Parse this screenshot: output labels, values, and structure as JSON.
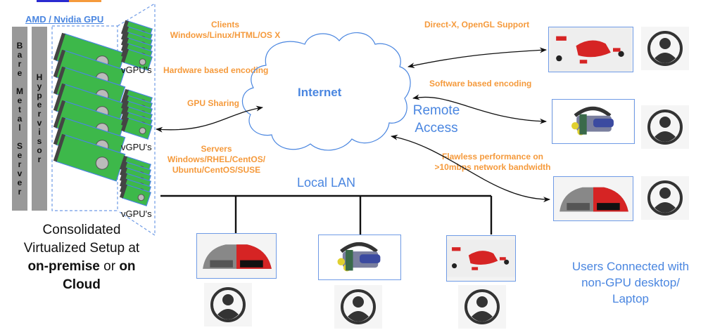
{
  "header_bar": {
    "colors": [
      "#2a2ad0",
      "#f59a3c"
    ]
  },
  "server_stack": {
    "gpu_title": "AMD / Nvidia GPU",
    "bare_metal_label": "Bare Metal Server",
    "hypervisor_label": "Hypervisor",
    "vgpu_labels": [
      "vGPU's",
      "vGPU's",
      "vGPU's"
    ],
    "caption_line1": "Consolidated",
    "caption_line2": "Virtualized Setup at",
    "caption_bold1": "on-premise",
    "caption_mid": " or ",
    "caption_bold2": "on",
    "caption_bold3": "Cloud"
  },
  "features": {
    "clients_title": "Clients",
    "clients_os": "Windows/Linux/HTML/OS X",
    "hw_encoding": "Hardware based encoding",
    "gpu_sharing": "GPU Sharing",
    "servers_title": "Servers",
    "servers_os_line1": "Windows/RHEL/CentOS/",
    "servers_os_line2": "Ubuntu/CentOS/SUSE",
    "directx": "Direct-X, OpenGL Support",
    "sw_encoding": "Software based encoding",
    "flawless_line1": "Flawless performance on",
    "flawless_line2": ">10mbps network bandwidth"
  },
  "network": {
    "internet_label": "Internet",
    "remote_access_line1": "Remote",
    "remote_access_line2": "Access",
    "local_lan_label": "Local LAN"
  },
  "remote_users": [
    {
      "screen": "exploded-car",
      "user": "user-avatar"
    },
    {
      "screen": "engine",
      "user": "user-avatar"
    },
    {
      "screen": "half-car",
      "user": "user-avatar"
    }
  ],
  "lan_users": [
    {
      "screen": "half-car",
      "user": "user-avatar"
    },
    {
      "screen": "engine",
      "user": "user-avatar"
    },
    {
      "screen": "exploded-car",
      "user": "user-avatar"
    }
  ],
  "users_caption": {
    "line1": "Users Connected with",
    "line2": "non-GPU desktop/",
    "line3": "Laptop"
  },
  "colors": {
    "accent_blue": "#4a86e0",
    "accent_orange": "#f59a3c",
    "column_gray": "#999999",
    "gpu_green": "#3db84a"
  }
}
